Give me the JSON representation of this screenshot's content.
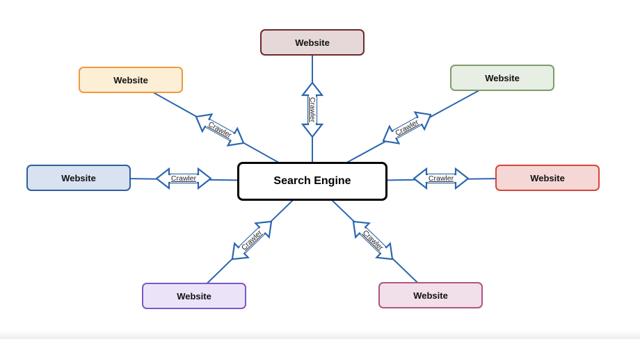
{
  "colors": {
    "line": "#2B66AD",
    "center_border": "#000000",
    "center_fill": "#FFFFFF"
  },
  "center_node": {
    "label": "Search Engine"
  },
  "websites": [
    {
      "position": "top",
      "label": "Website",
      "border_color": "#6E2929",
      "fill_color": "#E6D8D8"
    },
    {
      "position": "top-left",
      "label": "Website",
      "border_color": "#F0983B",
      "fill_color": "#FCEFD5"
    },
    {
      "position": "top-right",
      "label": "Website",
      "border_color": "#7C9C6C",
      "fill_color": "#E7EEE3"
    },
    {
      "position": "left",
      "label": "Website",
      "border_color": "#2E5E9E",
      "fill_color": "#D8E2F0"
    },
    {
      "position": "right",
      "label": "Website",
      "border_color": "#D7443A",
      "fill_color": "#F5D7D5"
    },
    {
      "position": "bottom-left",
      "label": "Website",
      "border_color": "#7E57C6",
      "fill_color": "#EBE4F8"
    },
    {
      "position": "bottom-right",
      "label": "Website",
      "border_color": "#AC5684",
      "fill_color": "#F1DFE9"
    }
  ],
  "connectors": [
    {
      "to": "top",
      "label": "Crawler"
    },
    {
      "to": "top-left",
      "label": "Crawler"
    },
    {
      "to": "top-right",
      "label": "Crawler"
    },
    {
      "to": "left",
      "label": "Crawler"
    },
    {
      "to": "right",
      "label": "Crawler"
    },
    {
      "to": "bottom-left",
      "label": "Crawler"
    },
    {
      "to": "bottom-right",
      "label": "Crawler"
    }
  ]
}
